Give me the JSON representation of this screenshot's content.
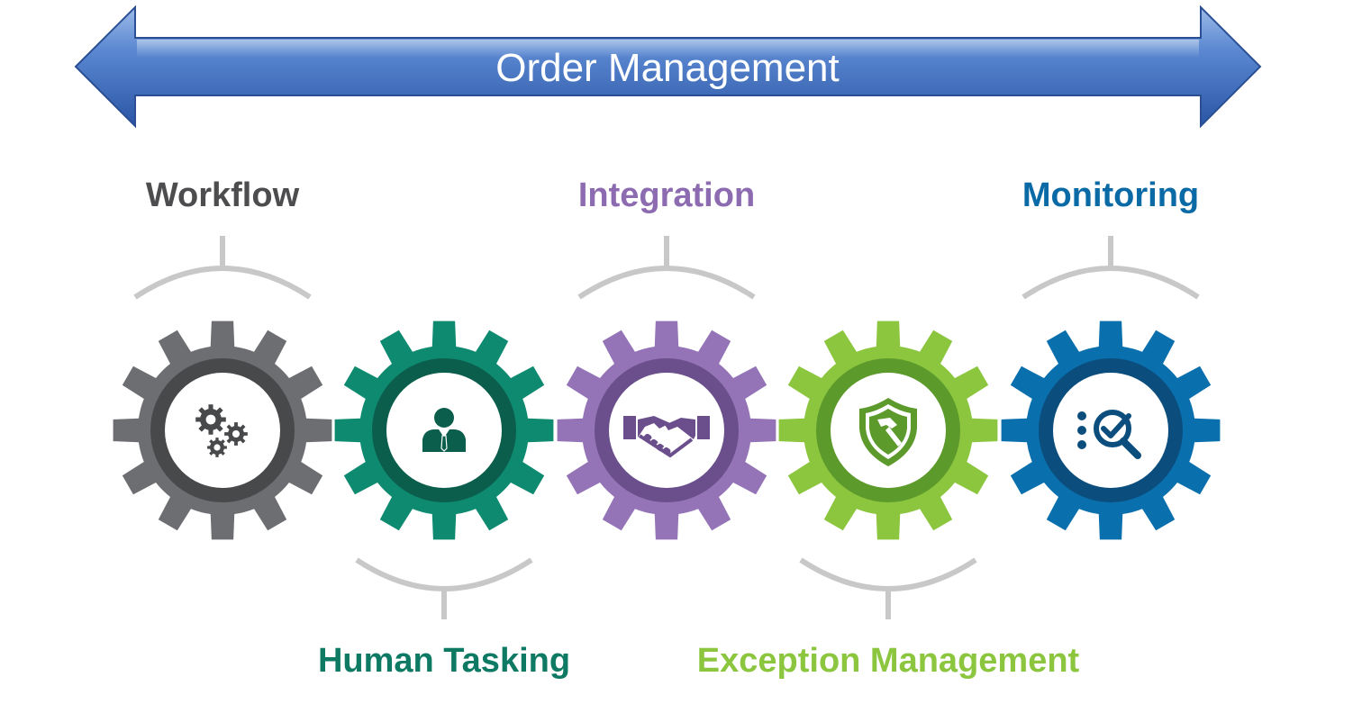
{
  "title": "Order Management",
  "colors": {
    "arrow_light": "#7ea6df",
    "arrow_mid": "#4a78c6",
    "arrow_dark": "#2c58a8",
    "connector": "#c8c8c8"
  },
  "stages": [
    {
      "label": "Workflow",
      "icon": "gears-icon",
      "label_position": "top",
      "gear_color": "#6d6e71",
      "ring_color": "#48494b",
      "label_color": "#4d4d4f"
    },
    {
      "label": "Human Tasking",
      "icon": "person-icon",
      "label_position": "bottom",
      "gear_color": "#0e8a70",
      "ring_color": "#0b5e4c",
      "label_color": "#0e7a63"
    },
    {
      "label": "Integration",
      "icon": "handshake-icon",
      "label_position": "top",
      "gear_color": "#9473b6",
      "ring_color": "#6b4f8c",
      "label_color": "#8c6bb1"
    },
    {
      "label": "Exception Management",
      "icon": "shield-hammer-icon",
      "label_position": "bottom",
      "gear_color": "#8cc63f",
      "ring_color": "#5d9a2c",
      "label_color": "#8cc63f"
    },
    {
      "label": "Monitoring",
      "icon": "magnifier-check-icon",
      "label_position": "top",
      "gear_color": "#0a6fad",
      "ring_color": "#0b4e7e",
      "label_color": "#0a6aa6"
    }
  ]
}
